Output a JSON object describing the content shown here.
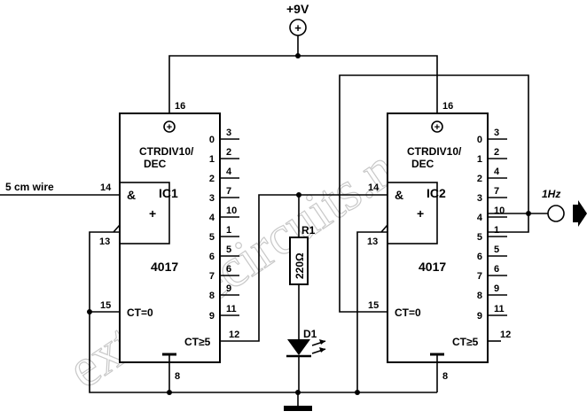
{
  "supply": {
    "label": "+9V",
    "symbol": "+"
  },
  "input": {
    "label": "5 cm wire"
  },
  "output": {
    "label": "1Hz"
  },
  "ic1": {
    "name": "IC1",
    "part": "4017",
    "function": [
      "CTRDIV10/",
      "DEC"
    ],
    "gate": "&",
    "gate_plus": "+",
    "vcc_symbol": "+",
    "pins": {
      "vcc": "16",
      "clk": "14",
      "en": "13",
      "rst": "15",
      "gnd": "8",
      "co": "12"
    },
    "rst_label": "CT=0",
    "co_label": "CT≥5",
    "outputs": [
      {
        "q": "0",
        "pin": "3"
      },
      {
        "q": "1",
        "pin": "2"
      },
      {
        "q": "2",
        "pin": "4"
      },
      {
        "q": "3",
        "pin": "7"
      },
      {
        "q": "4",
        "pin": "10"
      },
      {
        "q": "5",
        "pin": "1"
      },
      {
        "q": "6",
        "pin": "5"
      },
      {
        "q": "7",
        "pin": "6"
      },
      {
        "q": "8",
        "pin": "9"
      },
      {
        "q": "9",
        "pin": "11"
      }
    ]
  },
  "ic2": {
    "name": "IC2",
    "part": "4017",
    "function": [
      "CTRDIV10/",
      "DEC"
    ],
    "gate": "&",
    "gate_plus": "+",
    "vcc_symbol": "+",
    "pins": {
      "vcc": "16",
      "clk": "14",
      "en": "13",
      "rst": "15",
      "gnd": "8",
      "co": "12"
    },
    "rst_label": "CT=0",
    "co_label": "CT≥5",
    "outputs": [
      {
        "q": "0",
        "pin": "3"
      },
      {
        "q": "1",
        "pin": "2"
      },
      {
        "q": "2",
        "pin": "4"
      },
      {
        "q": "3",
        "pin": "7"
      },
      {
        "q": "4",
        "pin": "10"
      },
      {
        "q": "5",
        "pin": "1"
      },
      {
        "q": "6",
        "pin": "5"
      },
      {
        "q": "7",
        "pin": "6"
      },
      {
        "q": "8",
        "pin": "9"
      },
      {
        "q": "9",
        "pin": "11"
      }
    ]
  },
  "resistor": {
    "name": "R1",
    "value": "220Ω"
  },
  "led": {
    "name": "D1"
  },
  "watermark": "extremecircuits.net"
}
